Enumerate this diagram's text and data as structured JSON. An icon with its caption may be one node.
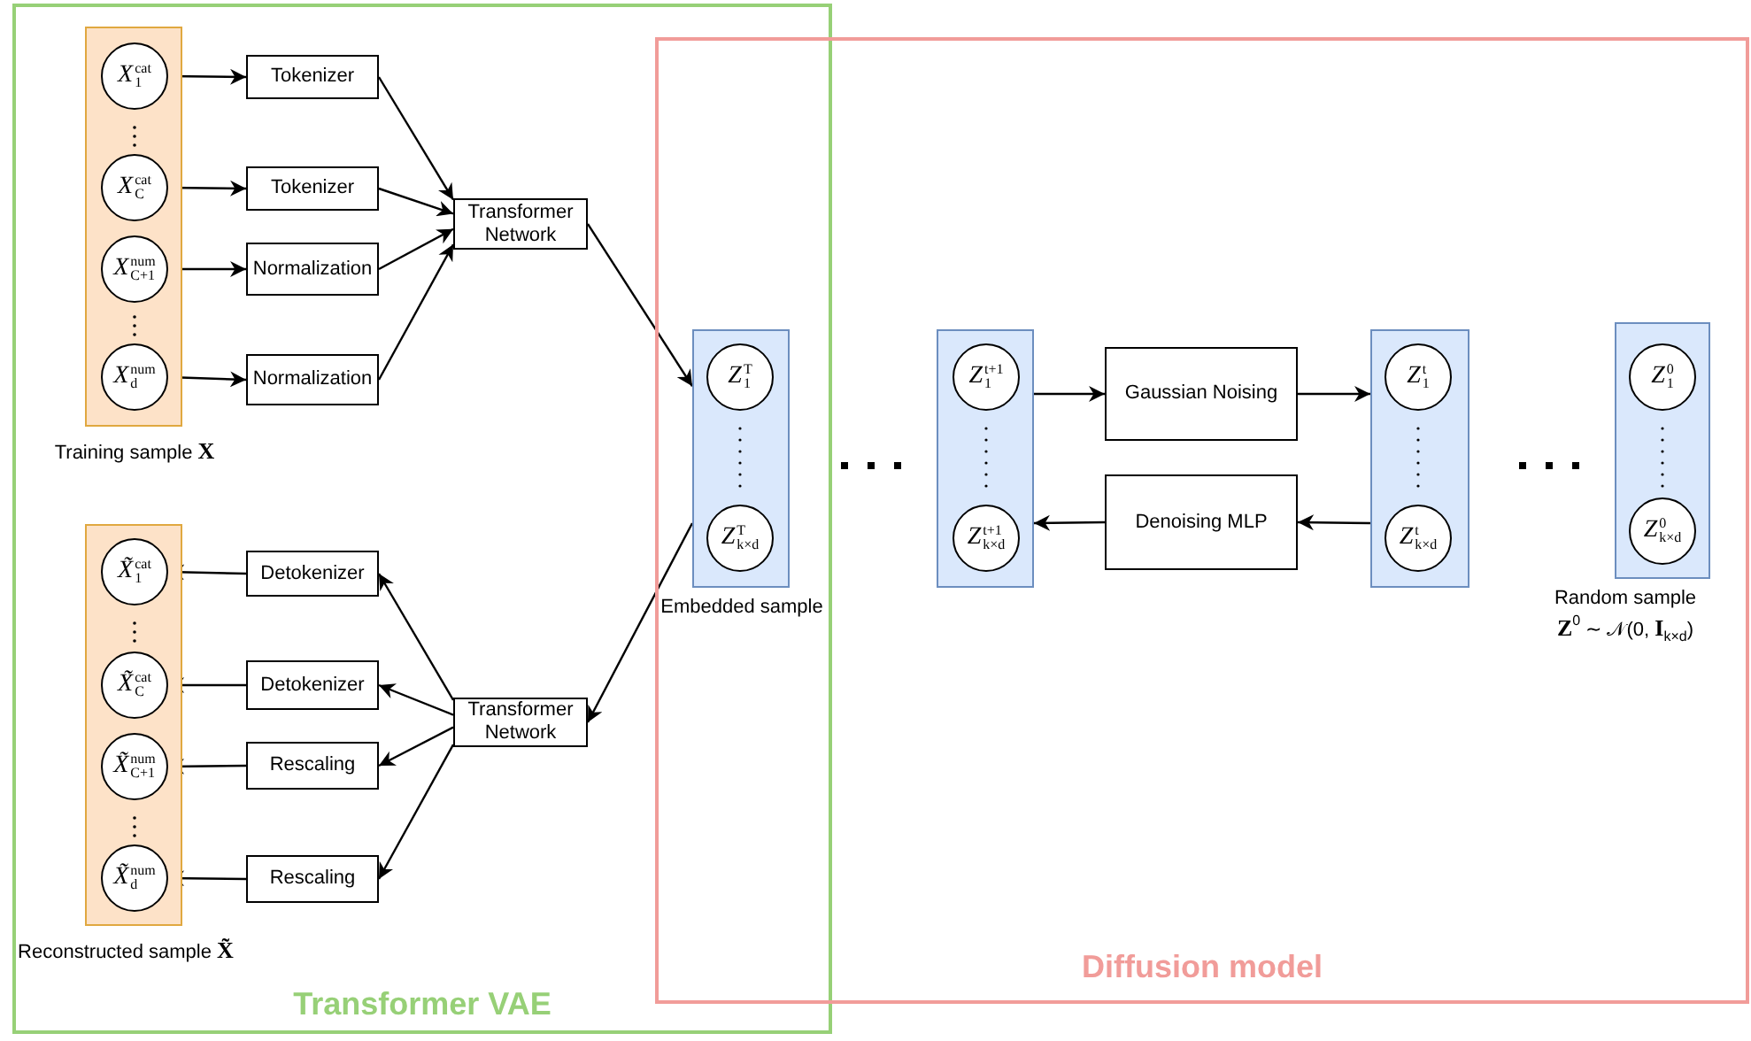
{
  "diagram": {
    "nodes": [
      {
        "text": [
          "Transformer VAE"
        ]
      },
      {
        "text": [
          "Diffusion model"
        ]
      },
      {
        "text": [
          "Training sample **X**"
        ],
        "in": 0
      },
      {
        "text": [
          "*X*$^{cat}$$_{1}$"
        ],
        "in": 2
      },
      {
        "text": [
          "*X*$^{cat}$$_{C}$"
        ],
        "in": 2
      },
      {
        "text": [
          "*X*$^{num}$$_{C+1}$"
        ],
        "in": 2
      },
      {
        "text": [
          "*X*$^{num}$$_{d}$"
        ],
        "in": 2
      },
      {
        "text": [
          "Tokenizer"
        ],
        "in": 0
      },
      {
        "text": [
          "Tokenizer"
        ],
        "in": 0
      },
      {
        "text": [
          "Normalization"
        ],
        "in": 0
      },
      {
        "text": [
          "Normalization"
        ],
        "in": 0
      },
      {
        "text": [
          "Transformer Network"
        ],
        "in": 0
      },
      {
        "text": [
          "Reconstructed sample **X̃**"
        ],
        "in": 0
      },
      {
        "text": [
          "*X̃*$^{cat}$$_{1}$"
        ],
        "in": 12
      },
      {
        "text": [
          "*X̃*$^{cat}$$_{C}$"
        ],
        "in": 12
      },
      {
        "text": [
          "*X̃*$^{num}$$_{C+1}$"
        ],
        "in": 12
      },
      {
        "text": [
          "*X̃*$^{num}$$_{d}$"
        ],
        "in": 12
      },
      {
        "text": [
          "Detokenizer"
        ],
        "in": 0
      },
      {
        "text": [
          "Detokenizer"
        ],
        "in": 0
      },
      {
        "text": [
          "Rescaling"
        ],
        "in": 0
      },
      {
        "text": [
          "Rescaling"
        ],
        "in": 0
      },
      {
        "text": [
          "Transformer Network"
        ],
        "in": 0
      },
      {
        "text": [],
        "shape": "box",
        "beside": [
          "Embedded sample"
        ]
      },
      {
        "text": [
          "*Z*$^{T}$$_{1}$"
        ],
        "in": 22
      },
      {
        "text": [
          "*Z*$^{T}$$_{k×d}$"
        ],
        "in": 22
      },
      {
        "text": [],
        "shape": "box",
        "in": 1
      },
      {
        "text": [
          "*Z*$^{t+1}$$_{1}$"
        ],
        "in": 25
      },
      {
        "text": [
          "*Z*$^{t+1}$$_{k×d}$"
        ],
        "in": 25
      },
      {
        "text": [
          "Gaussian Noising"
        ],
        "in": 1
      },
      {
        "text": [
          "Denoising MLP"
        ],
        "in": 1
      },
      {
        "text": [],
        "shape": "box",
        "in": 1
      },
      {
        "text": [
          "*Z*$^{t}$$_{1}$"
        ],
        "in": 30
      },
      {
        "text": [
          "*Z*$^{t}$$_{k×d}$"
        ],
        "in": 30
      },
      {
        "text": [
          "Random sample",
          "**Z**$^{0}$ ∼ 𝒩(0, **I**$_{k×d}$)"
        ],
        "in": 1
      },
      {
        "text": [
          "*Z*$^{0}$$_{1}$"
        ],
        "in": 33
      },
      {
        "text": [
          "*Z*$^{0}$$_{k×d}$"
        ],
        "in": 33
      }
    ],
    "edges": [
      {
        "from": 3,
        "to": 7,
        "arrow": "to"
      },
      {
        "from": 4,
        "to": 8,
        "arrow": "to"
      },
      {
        "from": 5,
        "to": 9,
        "arrow": "to"
      },
      {
        "from": 6,
        "to": 10,
        "arrow": "to"
      },
      {
        "from": 7,
        "to": 11,
        "arrow": "to"
      },
      {
        "from": 8,
        "to": 11,
        "arrow": "to"
      },
      {
        "from": 9,
        "to": 11,
        "arrow": "to"
      },
      {
        "from": 10,
        "to": 11,
        "arrow": "to"
      },
      {
        "from": 11,
        "to": 22,
        "arrow": "to"
      },
      {
        "from": 22,
        "to": 21,
        "arrow": "to"
      },
      {
        "from": 21,
        "to": 17,
        "arrow": "to"
      },
      {
        "from": 21,
        "to": 18,
        "arrow": "to"
      },
      {
        "from": 21,
        "to": 19,
        "arrow": "to"
      },
      {
        "from": 21,
        "to": 20,
        "arrow": "to"
      },
      {
        "from": 17,
        "to": 13,
        "arrow": "to"
      },
      {
        "from": 18,
        "to": 14,
        "arrow": "to"
      },
      {
        "from": 19,
        "to": 15,
        "arrow": "to"
      },
      {
        "from": 20,
        "to": 16,
        "arrow": "to"
      },
      {
        "from": 25,
        "to": 28,
        "arrow": "to"
      },
      {
        "from": 28,
        "to": 30,
        "arrow": "to"
      },
      {
        "from": 30,
        "to": 29,
        "arrow": "to"
      },
      {
        "from": 29,
        "to": 25,
        "arrow": "to"
      }
    ]
  }
}
